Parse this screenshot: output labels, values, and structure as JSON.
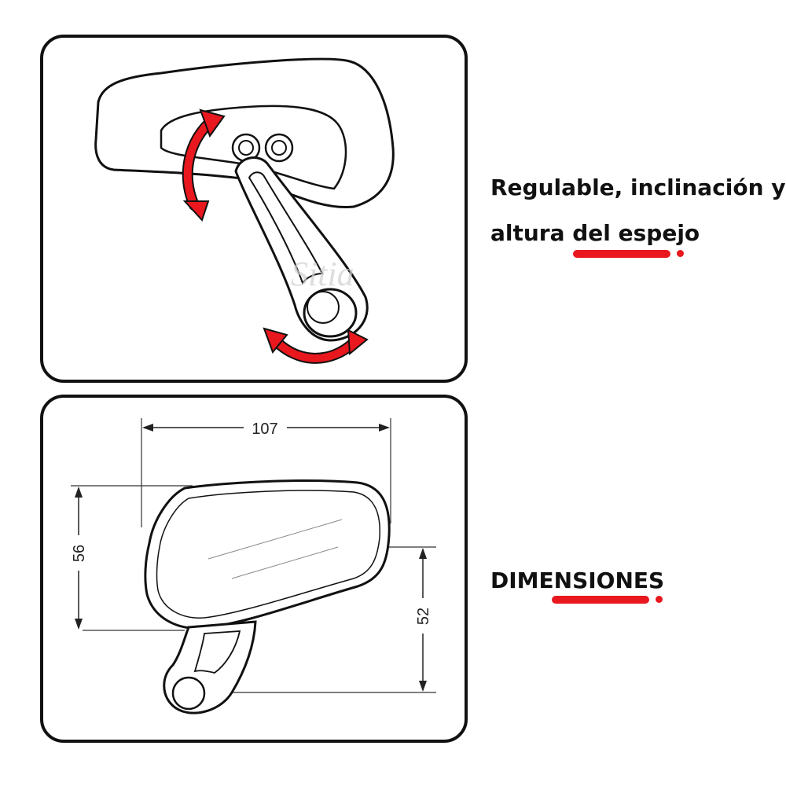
{
  "top_panel": {
    "watermark": "Sitia",
    "arrow_color": "#e8181e"
  },
  "captions": {
    "adjust_line1": "Regulable, inclinación y",
    "adjust_line2": "altura del espejo",
    "dimensions": "DIMENSIONES",
    "accent_color": "#e8181e"
  },
  "dimensions": {
    "width": "107",
    "height_mirror": "56",
    "height_mount": "52"
  }
}
